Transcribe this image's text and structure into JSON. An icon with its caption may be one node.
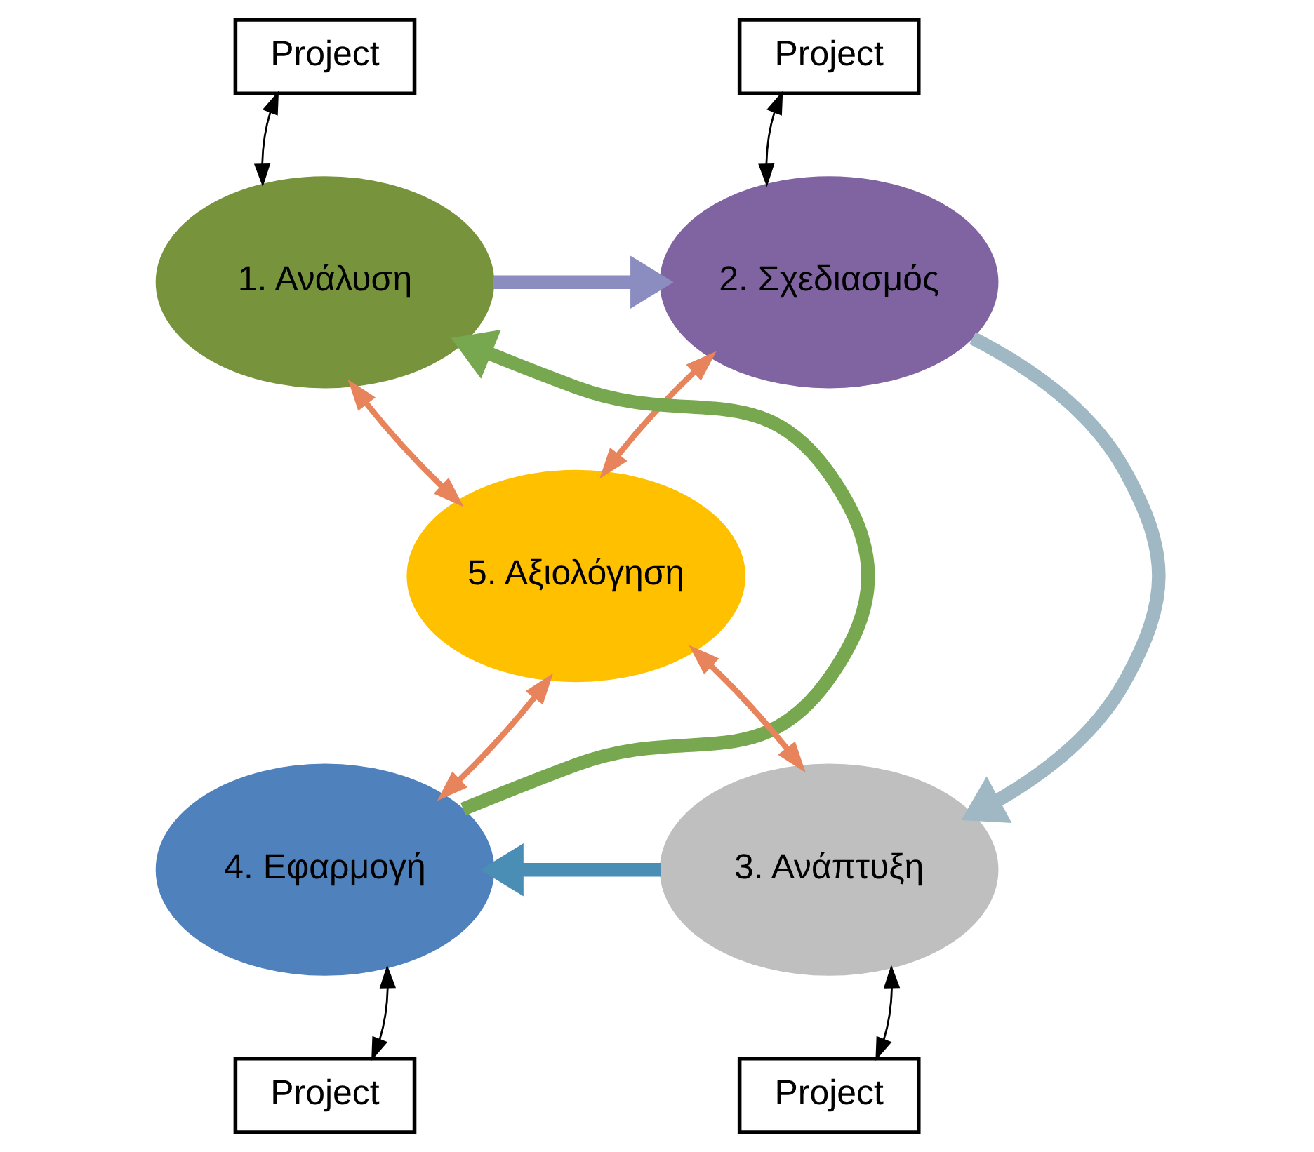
{
  "diagram": {
    "nodes": [
      {
        "text": [
          "Project"
        ]
      },
      {
        "text": [
          "Project"
        ]
      },
      {
        "text": [
          "1. Ανάλυση"
        ]
      },
      {
        "text": [
          "2. Σχεδιασμός"
        ]
      },
      {
        "text": [
          "5. Αξιολόγηση"
        ]
      },
      {
        "text": [
          "4. Εφαρμογή"
        ]
      },
      {
        "text": [
          "3. Ανάπτυξη"
        ]
      },
      {
        "text": [
          "Project"
        ]
      },
      {
        "text": [
          "Project"
        ]
      }
    ],
    "edges": [
      {
        "from": 2,
        "to": 3,
        "arrow": "to",
        "style": "thick",
        "color": "#8b8cc0"
      },
      {
        "from": 3,
        "to": 6,
        "arrow": "to",
        "style": "thick",
        "color": "#9fb8c4"
      },
      {
        "from": 6,
        "to": 5,
        "arrow": "to",
        "style": "thick",
        "color": "#4a8db5"
      },
      {
        "from": 5,
        "to": 2,
        "arrow": "to",
        "style": "thick",
        "color": "#77a84f"
      },
      {
        "from": 2,
        "to": 4,
        "arrow": "both",
        "color": "#e8845c"
      },
      {
        "from": 3,
        "to": 4,
        "arrow": "both",
        "color": "#e8845c"
      },
      {
        "from": 5,
        "to": 4,
        "arrow": "both",
        "color": "#e8845c"
      },
      {
        "from": 6,
        "to": 4,
        "arrow": "both",
        "color": "#e8845c"
      },
      {
        "from": 0,
        "to": 2,
        "arrow": "both",
        "color": "#000000"
      },
      {
        "from": 1,
        "to": 3,
        "arrow": "both",
        "color": "#000000"
      },
      {
        "from": 7,
        "to": 5,
        "arrow": "both",
        "color": "#000000"
      },
      {
        "from": 8,
        "to": 6,
        "arrow": "both",
        "color": "#000000"
      }
    ]
  }
}
